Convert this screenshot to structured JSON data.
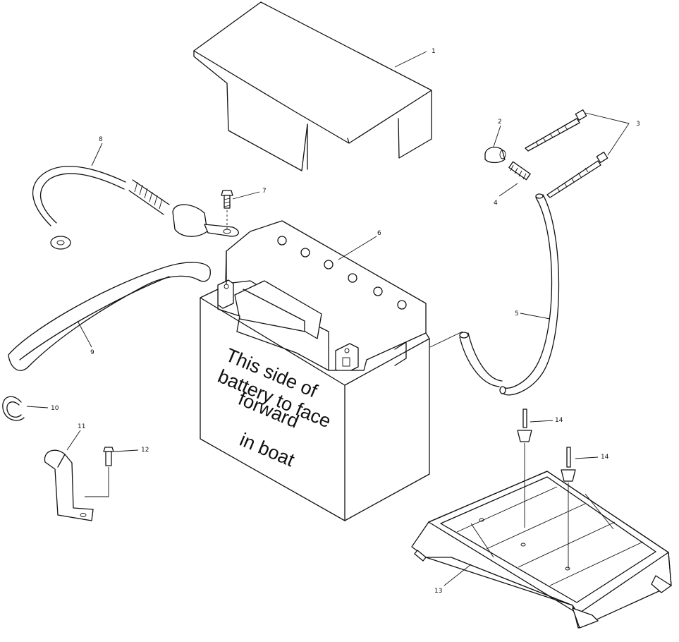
{
  "battery_label": {
    "lines": [
      "This side of",
      "battery to face",
      "forward",
      "in  boat"
    ]
  },
  "callouts": {
    "c1": "1",
    "c2": "2",
    "c3": "3",
    "c4": "4",
    "c5": "5",
    "c6": "6",
    "c7": "7",
    "c8": "8",
    "c9": "9",
    "c10": "10",
    "c11": "11",
    "c12": "12",
    "c13": "13",
    "c14a": "14",
    "c14b": "14"
  }
}
